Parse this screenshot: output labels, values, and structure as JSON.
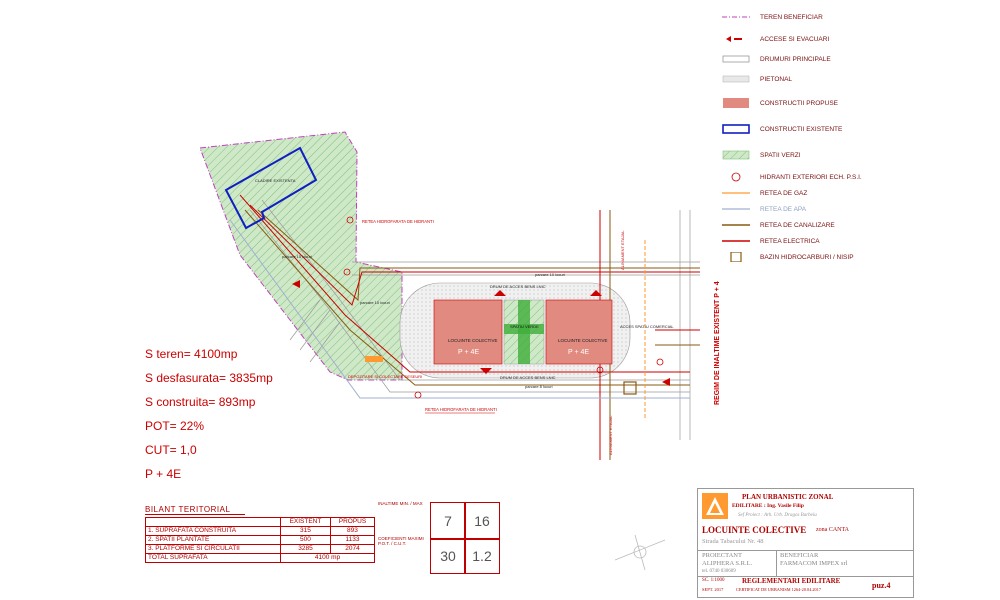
{
  "stats": {
    "s_teren": "S teren= 4100mp",
    "s_desfasurata": "S desfasurata= 3835mp",
    "s_construita": "S construita= 893mp",
    "pot": "POT= 22%",
    "cut": "CUT= 1,0",
    "regim": "P + 4E"
  },
  "legend": [
    {
      "label": "TEREN BENEFICIAR",
      "symbol": "boundary-line-icon"
    },
    {
      "label": "ACCESE SI EVACUARI",
      "symbol": "access-arrow-icon"
    },
    {
      "label": "DRUMURI PRINCIPALE",
      "symbol": "road-box-icon"
    },
    {
      "label": "PIETONAL",
      "symbol": "pedestrian-hatch-icon"
    },
    {
      "label": "CONSTRUCTII PROPUSE",
      "symbol": "proposed-building-icon"
    },
    {
      "label": "CONSTRUCTII EXISTENTE",
      "symbol": "existing-building-icon"
    },
    {
      "label": "SPATII VERZI",
      "symbol": "green-space-icon"
    },
    {
      "label": "HIDRANTI EXTERIORI ECH. P.S.I.",
      "symbol": "hydrant-icon"
    },
    {
      "label": "RETEA DE GAZ",
      "symbol": "gas-line-icon"
    },
    {
      "label": "RETEA DE APA",
      "symbol": "water-line-icon"
    },
    {
      "label": "RETEA DE CANALIZARE",
      "symbol": "sewer-line-icon"
    },
    {
      "label": "RETEA ELECTRICA",
      "symbol": "electric-line-icon"
    },
    {
      "label": "BAZIN HIDROCARBURI / NISIP",
      "symbol": "basin-icon"
    }
  ],
  "map_labels": {
    "existing_building": "CLADIRE EXISTENTA",
    "hydrant_network_top": "RETEA HIDROFARATA DE HIDRANTI",
    "hydrant_network_bottom": "RETEA HIDROFARATA DE HIDRANTI",
    "parking_top": "parcare 10 locuri",
    "parking_left_top": "parcare 15 locuri",
    "parking_left": "parcare 10 locuri",
    "parking_bottom": "parcare 8 locuri",
    "access_road_top": "DRUM DE ACCES BENS LNIC",
    "access_road_bottom": "DRUM DE ACCES BENS LNIC",
    "block_left": "LOCUINTE COLECTIVE",
    "block_left_regime": "P + 4E",
    "block_right": "LOCUINTE COLECTIVE",
    "block_right_regime": "P + 4E",
    "green_center": "SPATIU VERDE",
    "access_comercial": "ACCES SPATIU COMERCIAL",
    "waste": "DEPOZITARE SI COLECTARE DESEURI",
    "alignment_top": "ALINIAMENT ETAJAL",
    "alignment_bottom": "ALINIAMENT ETAJAL",
    "regime_vertical": "REGIM DE INALTIME EXISTENT P + 4"
  },
  "bilant": {
    "title": "BILANT TERITORIAL",
    "headers": [
      "",
      "EXISTENT",
      "PROPUS"
    ],
    "rows": [
      [
        "1. SUPRAFATA CONSTRUITA",
        "315",
        "893"
      ],
      [
        "2. SPATII PLANTATE",
        "500",
        "1133"
      ],
      [
        "3. PLATFORME SI CIRCULATII",
        "3285",
        "2074"
      ]
    ],
    "total_label": "TOTAL SUPRAFATA",
    "total_value": "4100 mp"
  },
  "indicators": {
    "inaltime_label": "INALTIME MIN. / MAX",
    "inaltime_min": "7",
    "inaltime_max": "16",
    "coef_label": "COEFICIENTI MAXIMI P.O.T. / C.U.T.",
    "pot": "30",
    "cut": "1.2"
  },
  "titleblock": {
    "plan": "PLAN URBANISTIC ZONAL",
    "editor": "EDILITARE : Ing. Vasile Filip",
    "project_lead": "Sef Proiect : Arh. Urb. Dragos Barbeiu",
    "project_name": "LOCUINTE COLECTIVE",
    "zone": "zona CANTA",
    "street": "Strada Tabacului Nr. 48",
    "designer_label": "PROIECTANT",
    "designer": "ALIPHERA S.R.L.",
    "designer_tel": "tel. 0740 030609",
    "beneficiary_label": "BENEFICIAR",
    "beneficiary": "FARMACOM IMPEX srl",
    "scale": "SC. 1:1000",
    "date": "SEPT. 2017",
    "drawing_title": "REGLEMENTARI EDILITARE",
    "certificate": "CERTIFICAT DE URBANISM 1264-20.04.2017",
    "sheet": "puz.4"
  },
  "colors": {
    "boundary": "#c040c0",
    "proposed": "#e08a80",
    "existing": "#1020c0",
    "green": "#a8d8a0",
    "electric": "#cc0000",
    "sewer": "#8a5a10",
    "gas": "#ff9a30",
    "water": "#a0b0d0"
  }
}
